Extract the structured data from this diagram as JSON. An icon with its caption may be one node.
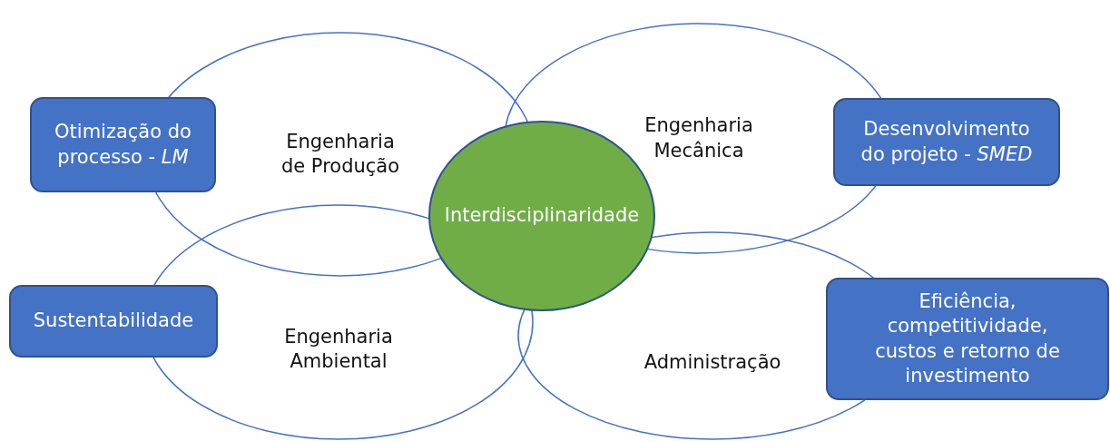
{
  "diagram": {
    "nodes": [
      {
        "text": [
          "Otimização do processo - *LM*"
        ]
      },
      {
        "text": [
          "Engenharia de Produção"
        ]
      },
      {
        "text": [
          "Engenharia Mecânica"
        ]
      },
      {
        "text": [
          "Desenvolvimento do projeto - *SMED*"
        ]
      },
      {
        "text": [
          "Interdisciplinaridade"
        ]
      },
      {
        "text": [
          "Sustentabilidade"
        ]
      },
      {
        "text": [
          "Engenharia Ambiental"
        ]
      },
      {
        "text": [
          "Administração"
        ]
      },
      {
        "text": [
          "Eficiência, competitividade, custos e retorno de investimento"
        ]
      }
    ]
  }
}
